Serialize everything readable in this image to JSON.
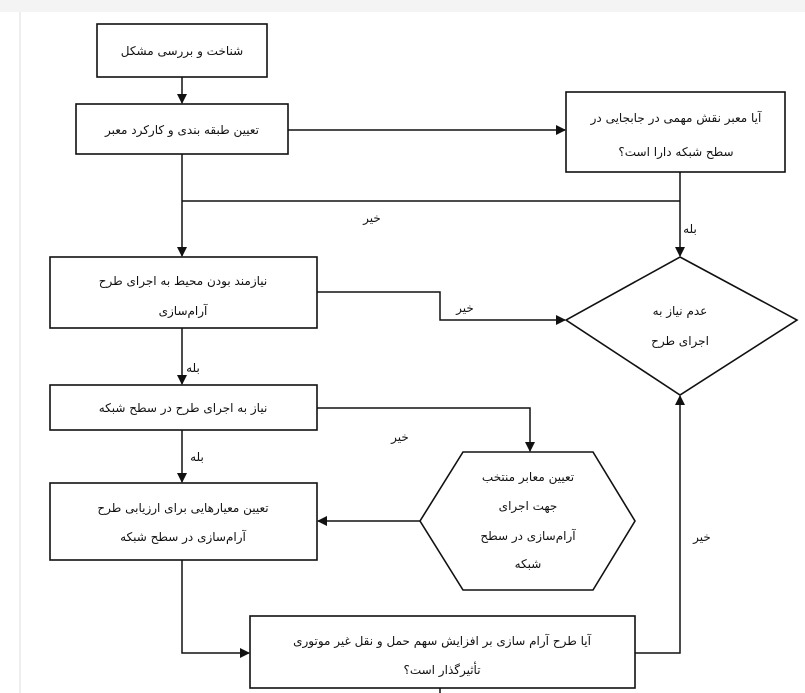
{
  "nodes": {
    "identify": {
      "lines": [
        "شناخت و بررسی مشکل"
      ]
    },
    "classify": {
      "lines": [
        "تعیین طبقه بندی و کارکرد معبر"
      ]
    },
    "network_role_question": {
      "lines": [
        "آیا معبر نقش مهمی در جابجایی در",
        "سطح شبکه دارا است؟"
      ]
    },
    "need_question": {
      "lines": [
        "نیازمند بودن محیط به اجرای طرح",
        "آرام‌سازی"
      ]
    },
    "no_need": {
      "lines": [
        "عدم نیاز به",
        "اجرای طرح"
      ]
    },
    "network_need": {
      "lines": [
        "نیاز به اجرای طرح در سطح شبکه"
      ]
    },
    "select_streets": {
      "lines": [
        "تعیین معابر منتخب",
        "جهت اجرای",
        "آرام‌سازی در سطح",
        "شبکه"
      ]
    },
    "criteria": {
      "lines": [
        "تعیین معیارهایی برای ارزیابی طرح",
        "آرام‌سازی در سطح شبکه"
      ]
    },
    "nonmotorized_question": {
      "lines": [
        "آیا طرح آرام سازی بر افزایش سهم حمل و نقل غیر موتوری",
        "تأثیرگذار است؟"
      ]
    }
  },
  "edge_labels": {
    "no_1": "خیر",
    "yes_1": "بله",
    "no_2": "خیر",
    "yes_2": "بله",
    "no_3": "خیر",
    "yes_3": "بله",
    "no_4": "خیر"
  }
}
